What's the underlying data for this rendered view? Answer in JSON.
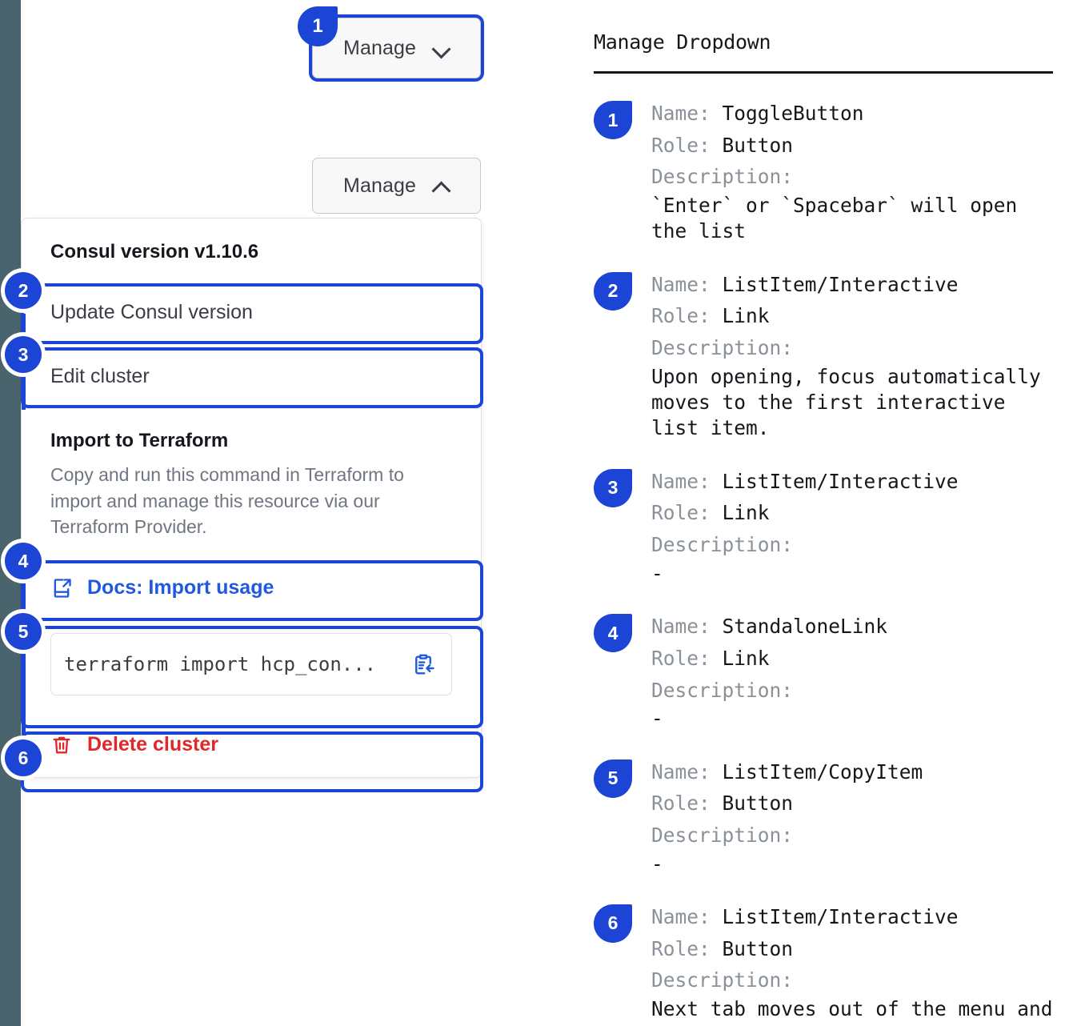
{
  "rail": {
    "color": "#4a646d"
  },
  "accent": {
    "blue": "#1c45d6",
    "link": "#1f59e0",
    "danger": "#e0282b"
  },
  "buttons": {
    "manage_closed": {
      "label": "Manage",
      "icon": "chevron-down-icon"
    },
    "manage_open": {
      "label": "Manage",
      "icon": "chevron-up-icon"
    }
  },
  "dropdown": {
    "version_heading": "Consul version v1.10.6",
    "items": [
      {
        "label": "Update Consul version"
      },
      {
        "label": "Edit cluster"
      }
    ],
    "terraform": {
      "title": "Import to Terraform",
      "body": "Copy and run this command in Terraform to import and manage this resource via our Terraform Provider.",
      "docs_link": "Docs: Import usage",
      "docs_icon": "docs-external-link-icon",
      "command": "terraform import hcp_con...",
      "copy_icon": "clipboard-copy-icon"
    },
    "delete": {
      "label": "Delete cluster",
      "icon": "trash-icon"
    }
  },
  "markers": {
    "m1": "1",
    "m2": "2",
    "m3": "3",
    "m4": "4",
    "m5": "5",
    "m6": "6"
  },
  "doc": {
    "title": "Manage Dropdown",
    "labels": {
      "name": "Name:",
      "role": "Role:",
      "description": "Description:"
    },
    "entries": [
      {
        "marker": "1",
        "name": "ToggleButton",
        "role": "Button",
        "description": "`Enter` or `Spacebar` will open\nthe list"
      },
      {
        "marker": "2",
        "name": "ListItem/Interactive",
        "role": "Link",
        "description": "Upon opening, focus automatically\nmoves to the first interactive\nlist item."
      },
      {
        "marker": "3",
        "name": "ListItem/Interactive",
        "role": "Link",
        "description": "-"
      },
      {
        "marker": "4",
        "name": "StandaloneLink",
        "role": "Link",
        "description": "-"
      },
      {
        "marker": "5",
        "name": "ListItem/CopyItem",
        "role": "Button",
        "description": "-"
      },
      {
        "marker": "6",
        "name": "ListItem/Interactive",
        "role": "Button",
        "description": "Next tab moves out of the menu and\nto the next focusable element"
      }
    ]
  }
}
